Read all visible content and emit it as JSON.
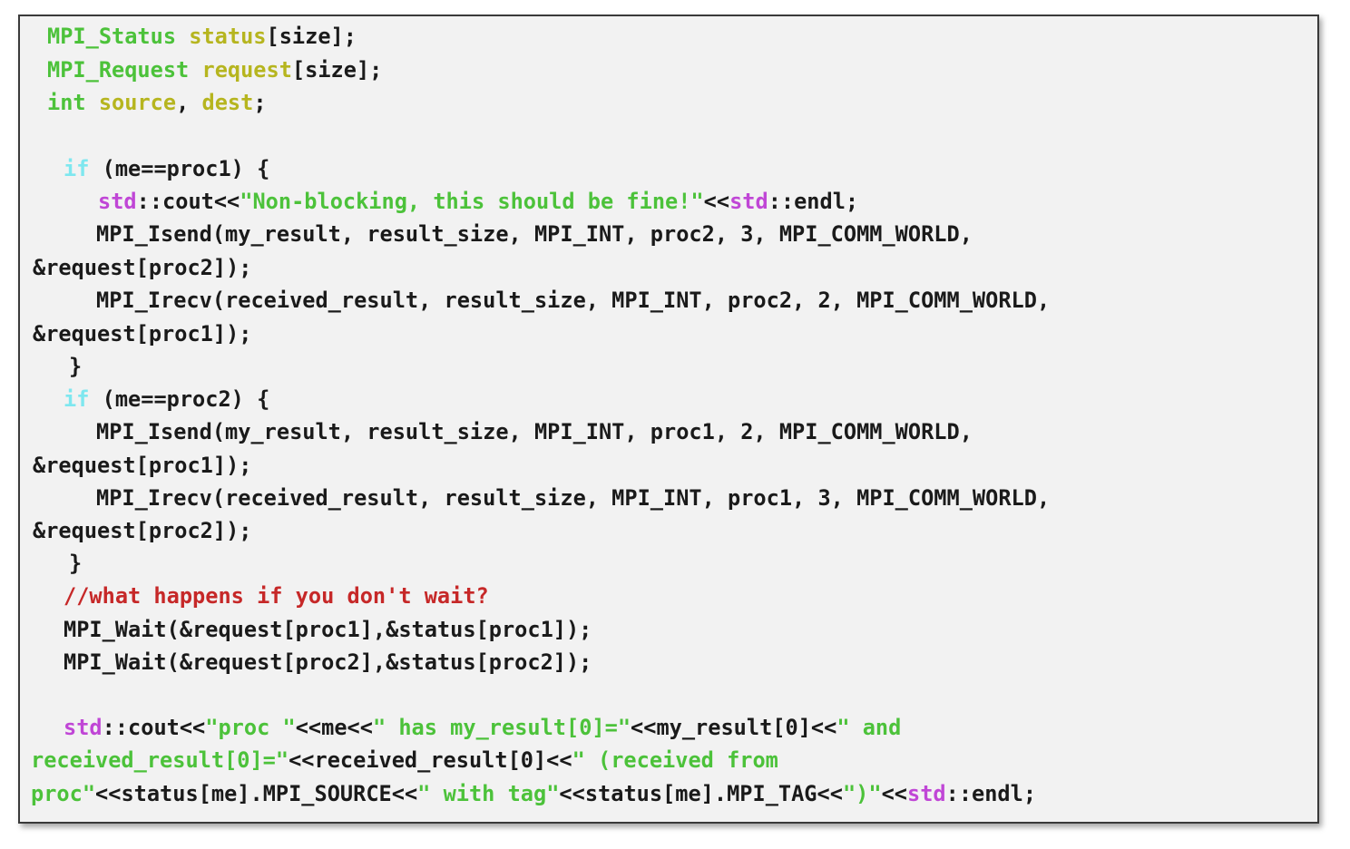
{
  "colors": {
    "type": "#4cc23a",
    "variable": "#b6b51f",
    "keyword": "#7ee7ef",
    "namespace": "#c046d6",
    "string": "#4cc23a",
    "comment": "#c62828",
    "plain": "#1a1a1a"
  },
  "code_lines": [
    [
      {
        "t": "MPI_Status",
        "c": "type"
      },
      {
        "t": " ",
        "c": "plain"
      },
      {
        "t": "status",
        "c": "var"
      },
      {
        "t": "[size];",
        "c": "plain"
      }
    ],
    [
      {
        "t": "MPI_Request",
        "c": "type"
      },
      {
        "t": " ",
        "c": "plain"
      },
      {
        "t": "request",
        "c": "var"
      },
      {
        "t": "[size];",
        "c": "plain"
      }
    ],
    [
      {
        "t": "int",
        "c": "type"
      },
      {
        "t": " ",
        "c": "plain"
      },
      {
        "t": "source",
        "c": "var"
      },
      {
        "t": ", ",
        "c": "plain"
      },
      {
        "t": "dest",
        "c": "var"
      },
      {
        "t": ";",
        "c": "plain"
      }
    ],
    [],
    [
      {
        "t": "if",
        "c": "kw"
      },
      {
        "t": " (me==proc1) {",
        "c": "plain"
      }
    ],
    [
      {
        "t": "std",
        "c": "ns"
      },
      {
        "t": "::cout<<",
        "c": "plain"
      },
      {
        "t": "\"Non-blocking, this should be fine!\"",
        "c": "str"
      },
      {
        "t": "<<",
        "c": "plain"
      },
      {
        "t": "std",
        "c": "ns"
      },
      {
        "t": "::endl;",
        "c": "plain"
      }
    ],
    [
      {
        "t": "MPI_Isend(my_result, result_size, MPI_INT, proc2, 3, MPI_COMM_WORLD,",
        "c": "plain"
      }
    ],
    [
      {
        "t": "&request[proc2]);",
        "c": "plain"
      }
    ],
    [
      {
        "t": "MPI_Irecv(received_result, result_size, MPI_INT, proc2, 2, MPI_COMM_WORLD,",
        "c": "plain"
      }
    ],
    [
      {
        "t": "&request[proc1]);",
        "c": "plain"
      }
    ],
    [
      {
        "t": "}",
        "c": "plain"
      }
    ],
    [
      {
        "t": "if",
        "c": "kw"
      },
      {
        "t": " (me==proc2) {",
        "c": "plain"
      }
    ],
    [
      {
        "t": "MPI_Isend(my_result, result_size, MPI_INT, proc1, 2, MPI_COMM_WORLD,",
        "c": "plain"
      }
    ],
    [
      {
        "t": "&request[proc1]);",
        "c": "plain"
      }
    ],
    [
      {
        "t": "MPI_Irecv(received_result, result_size, MPI_INT, proc1, 3, MPI_COMM_WORLD,",
        "c": "plain"
      }
    ],
    [
      {
        "t": "&request[proc2]);",
        "c": "plain"
      }
    ],
    [
      {
        "t": "}",
        "c": "plain"
      }
    ],
    [
      {
        "t": "//what happens if you don't wait?",
        "c": "cmt"
      }
    ],
    [
      {
        "t": "MPI_Wait(&request[proc1],&status[proc1]);",
        "c": "plain"
      }
    ],
    [
      {
        "t": "MPI_Wait(&request[proc2],&status[proc2]);",
        "c": "plain"
      }
    ],
    [],
    [
      {
        "t": "std",
        "c": "ns"
      },
      {
        "t": "::cout<<",
        "c": "plain"
      },
      {
        "t": "\"proc \"",
        "c": "str"
      },
      {
        "t": "<<me<<",
        "c": "plain"
      },
      {
        "t": "\" has my_result[0]=\"",
        "c": "str"
      },
      {
        "t": "<<my_result[0]<<",
        "c": "plain"
      },
      {
        "t": "\" and",
        "c": "str"
      }
    ],
    [
      {
        "t": "received_result[0]=\"",
        "c": "str"
      },
      {
        "t": "<<received_result[0]<<",
        "c": "plain"
      },
      {
        "t": "\" (received from",
        "c": "str"
      }
    ],
    [
      {
        "t": "proc\"",
        "c": "str"
      },
      {
        "t": "<<status[me].MPI_SOURCE<<",
        "c": "plain"
      },
      {
        "t": "\" with tag\"",
        "c": "str"
      },
      {
        "t": "<<status[me].MPI_TAG<<",
        "c": "plain"
      },
      {
        "t": "\")\"",
        "c": "str"
      },
      {
        "t": "<<",
        "c": "plain"
      },
      {
        "t": "std",
        "c": "ns"
      },
      {
        "t": "::endl;",
        "c": "plain"
      }
    ]
  ]
}
